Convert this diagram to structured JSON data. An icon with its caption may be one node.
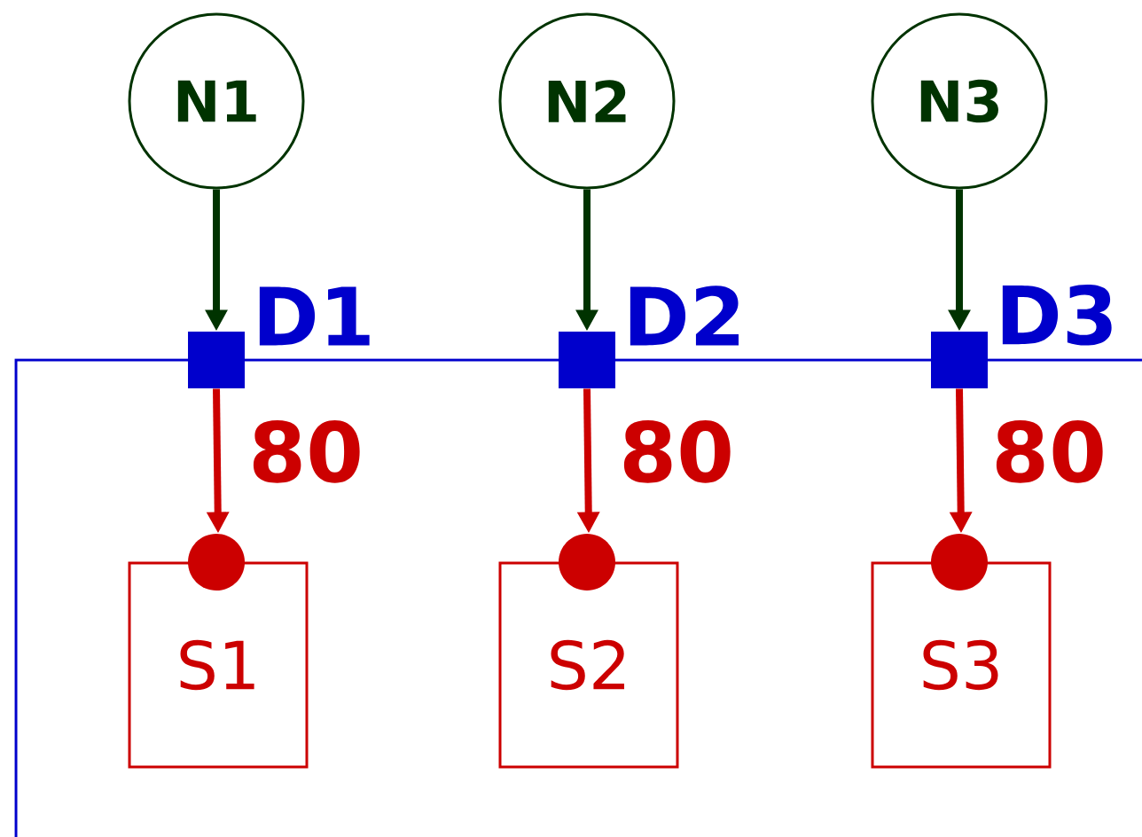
{
  "diagram": {
    "nodes": [
      {
        "text": [
          "N1"
        ]
      },
      {
        "text": [
          "N2"
        ]
      },
      {
        "text": [
          "N3"
        ]
      },
      {
        "text": [
          "D1"
        ]
      },
      {
        "text": [
          "D2"
        ]
      },
      {
        "text": [
          "D3"
        ]
      },
      {
        "text": [
          "S1"
        ]
      },
      {
        "text": [
          "S2"
        ]
      },
      {
        "text": [
          "S3"
        ]
      }
    ],
    "edges": [
      {
        "from": 0,
        "to": 3,
        "arrow": "to",
        "color": "#003300"
      },
      {
        "from": 1,
        "to": 4,
        "arrow": "to",
        "color": "#003300"
      },
      {
        "from": 2,
        "to": 5,
        "arrow": "to",
        "color": "#003300"
      },
      {
        "from": 3,
        "to": 6,
        "arrow": "to",
        "label": "80",
        "color": "#cc0000"
      },
      {
        "from": 4,
        "to": 7,
        "arrow": "to",
        "label": "80",
        "color": "#cc0000"
      },
      {
        "from": 5,
        "to": 8,
        "arrow": "to",
        "label": "80",
        "color": "#cc0000"
      }
    ]
  }
}
